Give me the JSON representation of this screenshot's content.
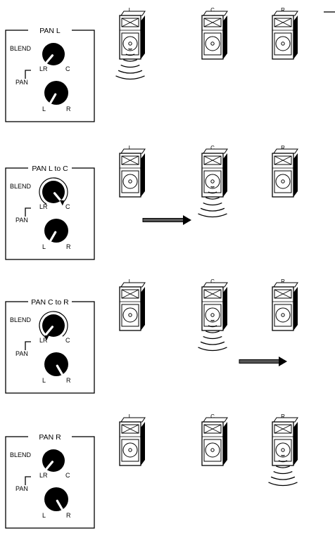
{
  "panels": [
    {
      "title": "PAN L",
      "blend_label": "BLEND",
      "pan_label": "PAN",
      "lr_label": "LR",
      "c_label": "C",
      "l_label": "L",
      "r_label": "R",
      "blend_pointer": "LR",
      "pan_pointer": "L",
      "blend_motion": "none",
      "sound_from": "L",
      "arrow": "none",
      "speakers": [
        "L",
        "C",
        "R"
      ]
    },
    {
      "title": "PAN  L to C",
      "blend_label": "BLEND",
      "pan_label": "PAN",
      "lr_label": "LR",
      "c_label": "C",
      "l_label": "L",
      "r_label": "R",
      "blend_pointer": "C",
      "pan_pointer": "L",
      "blend_motion": "clockwise",
      "sound_from": "C",
      "arrow": "L to C",
      "speakers": [
        "L",
        "C",
        "R"
      ]
    },
    {
      "title": "PAN  C to R",
      "blend_label": "BLEND",
      "pan_label": "PAN",
      "lr_label": "LR",
      "c_label": "C",
      "l_label": "L",
      "r_label": "R",
      "blend_pointer": "LR",
      "pan_pointer": "R",
      "blend_motion": "counterclockwise",
      "sound_from": "C",
      "arrow": "C to R",
      "speakers": [
        "L",
        "C",
        "R"
      ]
    },
    {
      "title": "PAN R",
      "blend_label": "BLEND",
      "pan_label": "PAN",
      "lr_label": "LR",
      "c_label": "C",
      "l_label": "L",
      "r_label": "R",
      "blend_pointer": "LR",
      "pan_pointer": "R",
      "blend_motion": "none",
      "sound_from": "R",
      "arrow": "none",
      "speakers": [
        "L",
        "C",
        "R"
      ]
    }
  ],
  "colors": {
    "ink": "#000000",
    "paper": "#ffffff",
    "arrow_fill": "#555555"
  }
}
